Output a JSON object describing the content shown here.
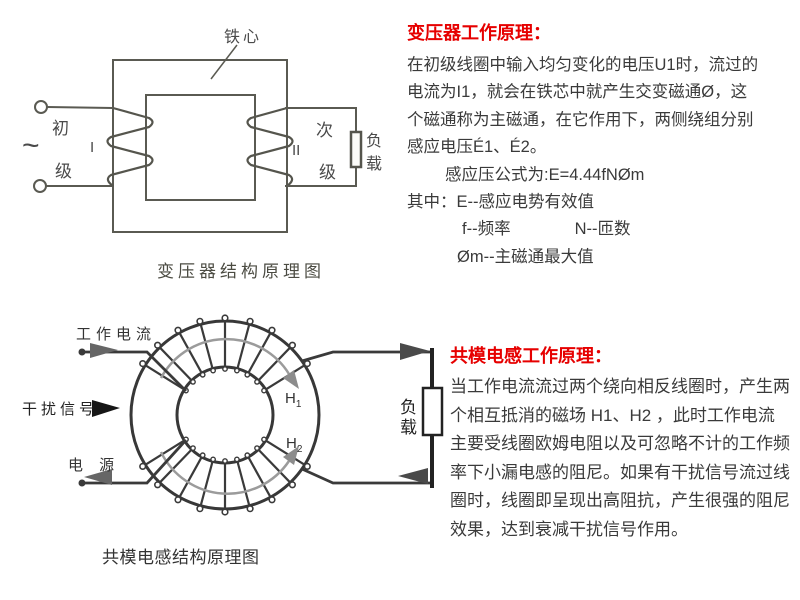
{
  "page": {
    "background": "#ffffff",
    "accent_red": "#e60000",
    "ink": "#3a3a3a"
  },
  "transformer": {
    "heading": "变压器工作原理：",
    "lines": [
      "在初级线圈中输入均匀变化的电压U1时，流过的",
      "电流为I1，就会在铁芯中就产生交变磁通Ø，这",
      "个磁通称为主磁通，在它作用下，两侧绕组分别",
      "感应电压É1、É2。"
    ],
    "formula_line": "感应压公式为:E=4.44fNØm",
    "where_line": "其中：E--感应电势有效值",
    "freq_item": "f--频率",
    "turns_item": "N--匝数",
    "flux_item": "Øm--主磁通最大值",
    "diagram": {
      "core_label": "铁心",
      "primary_top": "初",
      "primary_bottom": "级",
      "ac_symbol": "~",
      "winding_primary": "I",
      "winding_secondary": "II",
      "secondary_top": "次",
      "secondary_bottom": "级",
      "load_top": "负",
      "load_bottom": "载",
      "caption": "变压器结构原理图"
    }
  },
  "inductor": {
    "heading": "共模电感工作原理：",
    "lines": [
      "当工作电流流过两个绕向相反线圈时，产生两",
      "个相互抵消的磁场 H1、H2 ，此时工作电流",
      "主要受线圈欧姆电阻以及可忽略不计的工作频",
      "率下小漏电感的阻尼。如果有干扰信号流过线",
      "圈时，线圈即呈现出高阻抗，产生很强的阻尼",
      "效果，达到衰减干扰信号作用。"
    ],
    "diagram": {
      "work_current_label": "工作电流",
      "interference_label": "干扰信号",
      "power_label": "电 源",
      "h1_base": "H",
      "h1_sub": "1",
      "h2_base": "H",
      "h2_sub": "2",
      "load_top": "负",
      "load_bottom": "载",
      "caption": "共模电感结构原理图"
    }
  }
}
